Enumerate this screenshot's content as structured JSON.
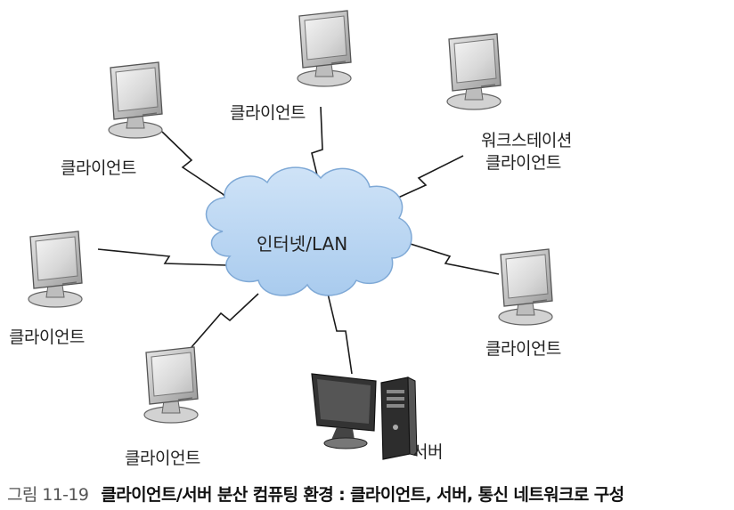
{
  "network": {
    "label": "인터넷/LAN"
  },
  "nodes": [
    {
      "id": "client-left-top",
      "label": "클라이언트"
    },
    {
      "id": "client-top",
      "label": "클라이언트"
    },
    {
      "id": "workstation",
      "label_line1": "워크스테이션",
      "label_line2": "클라이언트"
    },
    {
      "id": "client-left",
      "label": "클라이언트"
    },
    {
      "id": "client-right",
      "label": "클라이언트"
    },
    {
      "id": "client-bottom-left",
      "label": "클라이언트"
    },
    {
      "id": "server",
      "label": "서버"
    }
  ],
  "caption": {
    "figure_number": "그림 11-19",
    "title": "클라이언트/서버 분산 컴퓨팅 환경 : 클라이언트, 서버, 통신 네트워크로 구성"
  }
}
